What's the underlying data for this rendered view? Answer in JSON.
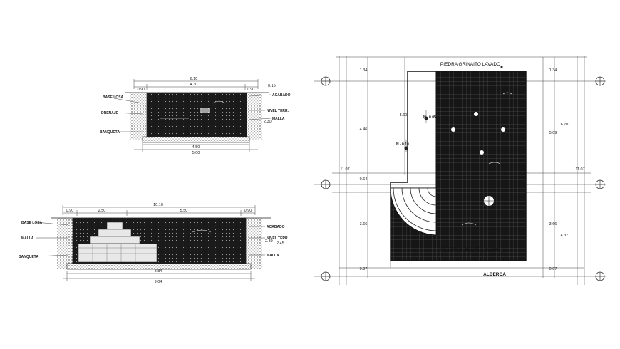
{
  "section_top": {
    "dims_top": [
      "6.10",
      "4.30",
      "0.90",
      "0.90"
    ],
    "dims_bottom": [
      "4.50",
      "5.00"
    ],
    "dims_right": [
      "0.15",
      "2.30"
    ],
    "labels_left": [
      "BASE LOSA",
      "DRENAJE",
      "BANQUETA"
    ],
    "labels_right": [
      "ACABADO",
      "NIVEL TERR.",
      "MALLA"
    ]
  },
  "section_bottom": {
    "dims_top": [
      "10.10",
      "0.90",
      "2.50",
      "5.50",
      "0.90"
    ],
    "dims_bottom": [
      "8.84",
      "9.04"
    ],
    "dims_right": [
      "2.30",
      "2.45"
    ],
    "labels_left": [
      "BASE LOSA",
      "MALLA",
      "BANQUETA"
    ],
    "labels_right": [
      "ACABADO",
      "NIVEL TERR.",
      "MALLA"
    ]
  },
  "plan": {
    "label_top": "PIEDRA GRINAITO LAVADO",
    "label_mid": "PIEDRA GRINAITO LAVADO",
    "label_bottom": "ALBERCA",
    "level_1": "N - 0.05",
    "level_2": "N - 0.10",
    "dims_left": [
      "1.34",
      "4.46",
      "0.64",
      "3.66",
      "0.97"
    ],
    "dims_left_total": "11.07",
    "dims_inner": "5.60",
    "dims_right": [
      "1.34",
      "5.09",
      "3.66",
      "0.97"
    ],
    "dims_right_total": "11.07",
    "dims_right_b": [
      "6.70",
      "4.37"
    ]
  }
}
